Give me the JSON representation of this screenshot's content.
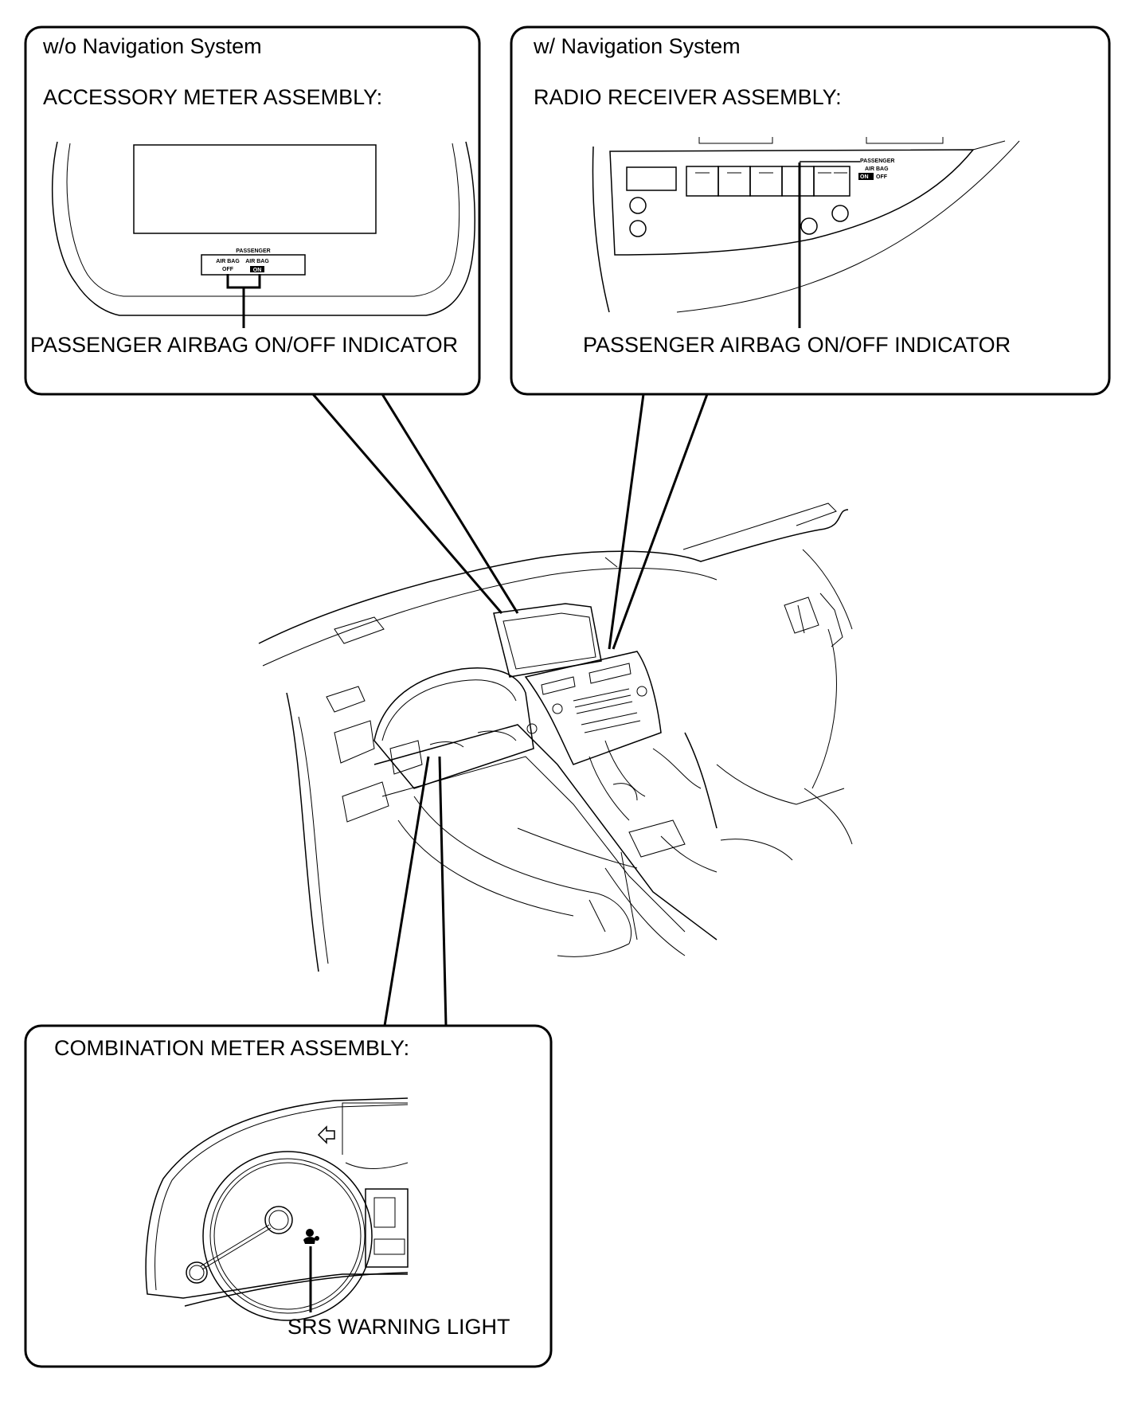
{
  "panels": {
    "top_left": {
      "condition": "w/o Navigation System",
      "assembly": "ACCESSORY METER ASSEMBLY:",
      "indicator_label": "PASSENGER AIRBAG ON/OFF INDICATOR",
      "panel_text": {
        "heading": "PASSENGER",
        "off_label_1": "AIR BAG",
        "off_label_2": "OFF",
        "on_label_1": "AIR BAG",
        "on_label_2": "ON"
      }
    },
    "top_right": {
      "condition": "w/ Navigation System",
      "assembly": "RADIO RECEIVER ASSEMBLY:",
      "indicator_label": "PASSENGER AIRBAG ON/OFF INDICATOR",
      "panel_text": {
        "heading": "PASSENGER",
        "sub": "AIR BAG",
        "on": "ON",
        "off": "OFF"
      }
    },
    "bottom": {
      "assembly": "COMBINATION METER ASSEMBLY:",
      "indicator_label": "SRS WARNING LIGHT"
    }
  }
}
